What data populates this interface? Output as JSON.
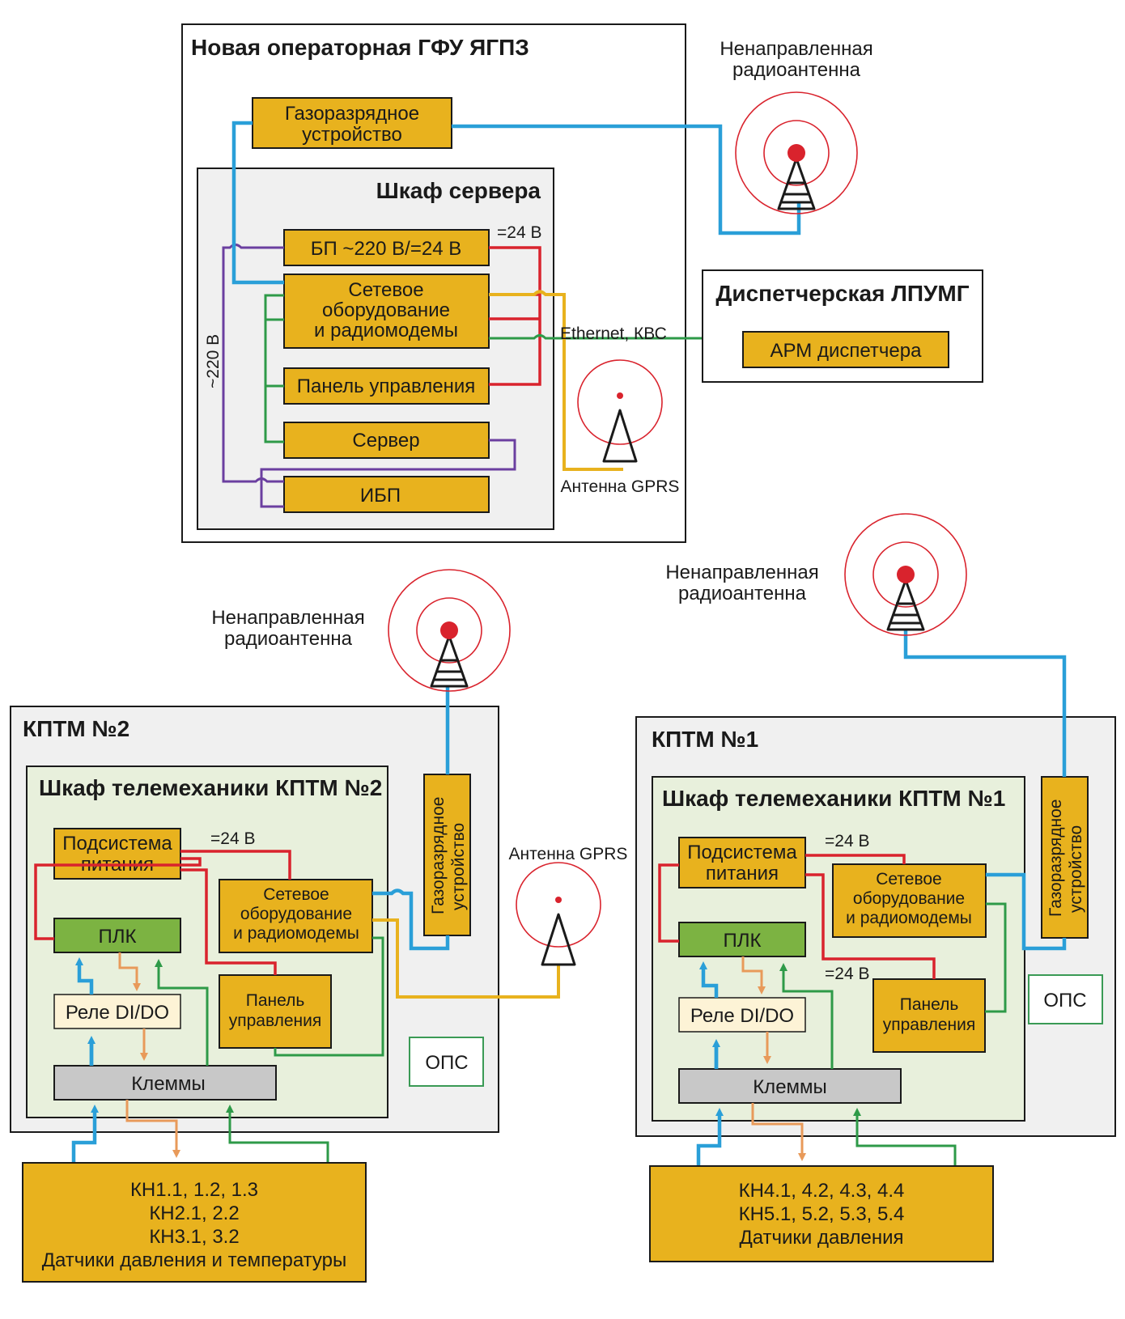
{
  "gfu": {
    "title": "Новая операторная ГФУ ЯГПЗ",
    "gas_device": [
      "Газоразрядное",
      "устройство"
    ],
    "antenna_label": [
      "Ненаправленная",
      "радиоантенна"
    ],
    "server_cabinet": {
      "title": "Шкаф сервера",
      "psu": "БП ~220 В/=24 В",
      "network": [
        "Сетевое",
        "оборудование",
        "и радиомодемы"
      ],
      "panel": "Панель управления",
      "server": "Сервер",
      "ups": "ИБП",
      "dc_label": "=24 В",
      "ac_label": "~220 В"
    },
    "ethernet_label": "Ethernet, КВС",
    "gprs_label": "Антенна GPRS"
  },
  "dispatcher": {
    "title": "Диспетчерская ЛПУМГ",
    "arm": "АРМ диспетчера"
  },
  "kptm2": {
    "title": "КПТМ №2",
    "antenna_label": [
      "Ненаправленная",
      "радиоантенна"
    ],
    "cabinet_title": "Шкаф телемеханики КПТМ №2",
    "power": [
      "Подсистема",
      "питания"
    ],
    "dc_label": "=24 В",
    "network": [
      "Сетевое",
      "оборудование",
      "и радиомодемы"
    ],
    "plc": "ПЛК",
    "relay": "Реле DI/DO",
    "panel": [
      "Панель",
      "управления"
    ],
    "terminals": "Клеммы",
    "gas_device": [
      "Газоразрядное",
      "устройство"
    ],
    "ops": "ОПС",
    "gprs_label": "Антенна GPRS",
    "field": [
      "КН1.1, 1.2, 1.3",
      "КН2.1, 2.2",
      "КН3.1, 3.2",
      "Датчики давления и температуры"
    ]
  },
  "kptm1": {
    "title": "КПТМ №1",
    "antenna_label": [
      "Ненаправленная",
      "радиоантенна"
    ],
    "cabinet_title": "Шкаф телемеханики КПТМ №1",
    "power": [
      "Подсистема",
      "питания"
    ],
    "dc_label_1": "=24 В",
    "dc_label_2": "=24 В",
    "network": [
      "Сетевое",
      "оборудование",
      "и радиомодемы"
    ],
    "plc": "ПЛК",
    "relay": "Реле DI/DO",
    "panel": [
      "Панель",
      "управления"
    ],
    "terminals": "Клеммы",
    "gas_device": [
      "Газоразрядное",
      "устройство"
    ],
    "ops": "ОПС",
    "field": [
      "КН4.1, 4.2, 4.3, 4.4",
      "КН5.1, 5.2, 5.3, 5.4",
      "Датчики давления"
    ]
  },
  "colors": {
    "box": "#e8b21e",
    "plc": "#7cb342",
    "terminals": "#c8c8c8",
    "relay": "#fdf3d6",
    "cable_rf": "#2a9fd8",
    "cable_dc": "#d9232d",
    "cable_ethernet": "#2e9a48",
    "cable_gprs": "#e8b21e",
    "cable_ac": "#6b3fa0",
    "signal_out": "#e89a5a"
  }
}
